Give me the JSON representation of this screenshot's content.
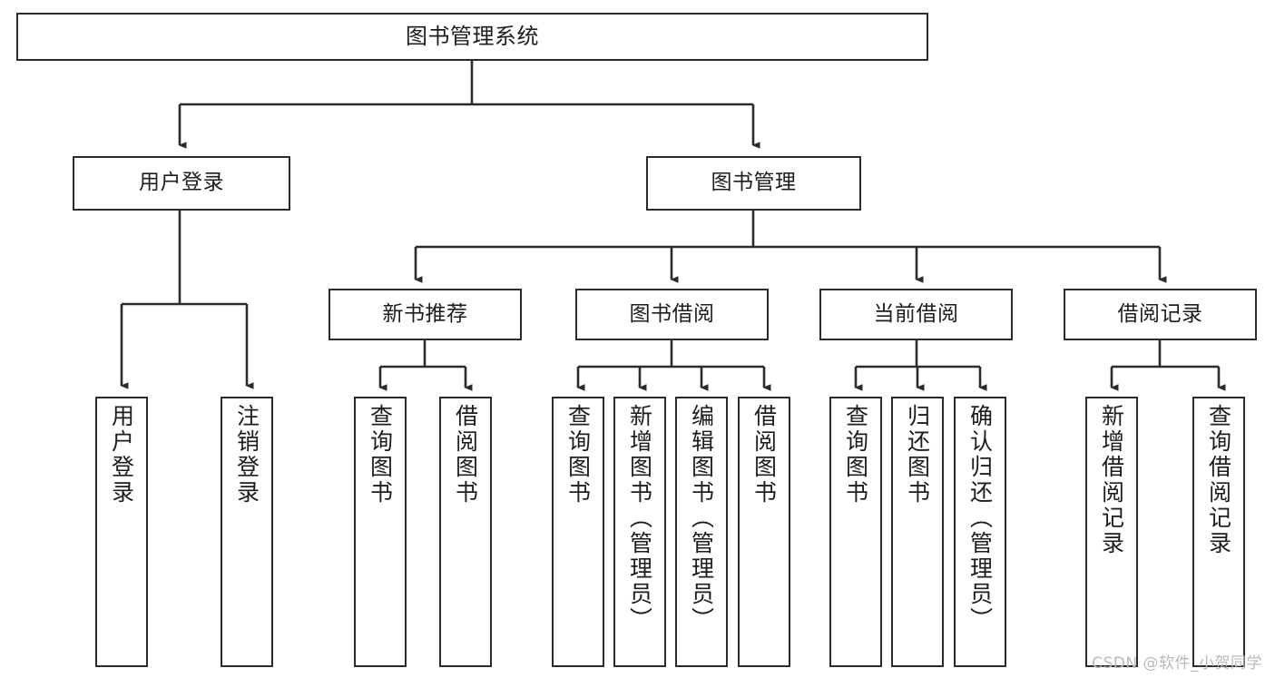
{
  "diagram": {
    "title": "图书管理系统",
    "watermark": "CSDN @软件_小贺同学",
    "line_color": "#2b2b2b",
    "background": "#ffffff",
    "nodes": {
      "root": {
        "label": "图书管理系统"
      },
      "level2": [
        {
          "id": "user-login",
          "label": "用户登录"
        },
        {
          "id": "book-manage",
          "label": "图书管理"
        }
      ],
      "level3": [
        {
          "id": "new-book-recommend",
          "label": "新书推荐"
        },
        {
          "id": "book-borrow",
          "label": "图书借阅"
        },
        {
          "id": "current-borrow",
          "label": "当前借阅"
        },
        {
          "id": "borrow-record",
          "label": "借阅记录"
        }
      ],
      "leaves": {
        "user-login": [
          {
            "id": "leaf-user-login",
            "label": "用户登录"
          },
          {
            "id": "leaf-logout",
            "label": "注销登录"
          }
        ],
        "new-book-recommend": [
          {
            "id": "leaf-query-book-1",
            "label": "查询图书"
          },
          {
            "id": "leaf-borrow-book-1",
            "label": "借阅图书"
          }
        ],
        "book-borrow": [
          {
            "id": "leaf-query-book-2",
            "label": "查询图书"
          },
          {
            "id": "leaf-add-book",
            "label": "新增图书（管理员）"
          },
          {
            "id": "leaf-edit-book",
            "label": "编辑图书（管理员）"
          },
          {
            "id": "leaf-borrow-book-2",
            "label": "借阅图书"
          }
        ],
        "current-borrow": [
          {
            "id": "leaf-query-book-3",
            "label": "查询图书"
          },
          {
            "id": "leaf-return-book",
            "label": "归还图书"
          },
          {
            "id": "leaf-confirm-return",
            "label": "确认归还（管理员）"
          }
        ],
        "borrow-record": [
          {
            "id": "leaf-add-record",
            "label": "新增借阅记录"
          },
          {
            "id": "leaf-query-record",
            "label": "查询借阅记录"
          }
        ]
      }
    }
  }
}
